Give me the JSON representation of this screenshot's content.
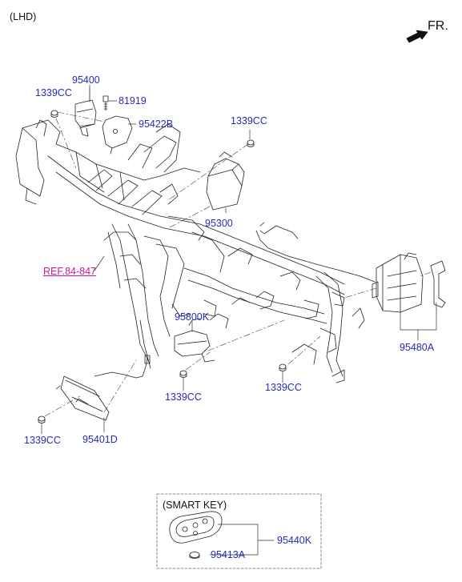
{
  "header": {
    "variant": "(LHD)",
    "direction": "FR."
  },
  "parts": {
    "p1339cc_a": "1339CC",
    "p95400": "95400",
    "p81919": "81919",
    "p95422b": "95422B",
    "p1339cc_b": "1339CC",
    "p95300": "95300",
    "ref": "REF.84-847",
    "p95800k": "95800K",
    "p1339cc_c": "1339CC",
    "p1339cc_d": "1339CC",
    "p95480a": "95480A",
    "p1339cc_e": "1339CC",
    "p95401d": "95401D"
  },
  "smart_key": {
    "title": "(SMART KEY)",
    "p95440k": "95440K",
    "p95413a": "95413A"
  },
  "colors": {
    "part_number": "#2a2ab5",
    "reference": "#d0149a",
    "line": "#222222"
  }
}
